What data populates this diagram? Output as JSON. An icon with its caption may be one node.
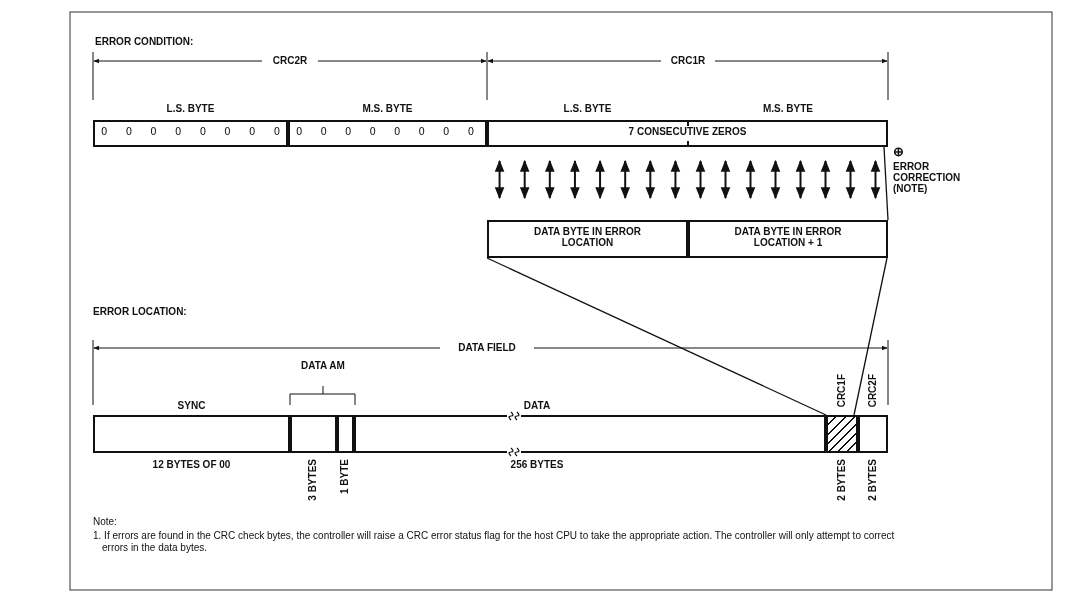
{
  "diagram": {
    "nodes": [
      {
        "text": [
          "L.S. BYTE",
          "0 0 0 0 0 0 0 0"
        ]
      },
      {
        "text": [
          "M.S. BYTE",
          "0 0 0 0 0 0 0 0"
        ]
      },
      {
        "text": [
          "L.S. BYTE",
          "M.S. BYTE",
          "7 CONSECUTIVE ZEROS"
        ]
      },
      {
        "text": [
          "DATA BYTE IN ERROR LOCATION"
        ]
      },
      {
        "text": [
          "DATA BYTE IN ERROR LOCATION + 1"
        ]
      },
      {
        "text": [
          "SYNC",
          "12 BYTES OF 00"
        ]
      },
      {
        "text": [],
        "shape": "box",
        "beside": [
          "3 BYTES"
        ]
      },
      {
        "text": [],
        "shape": "box",
        "beside": [
          "1 BYTE"
        ]
      },
      {
        "text": [
          "DATA",
          "256 BYTES"
        ]
      },
      {
        "text": [
          "CRC1F",
          "2 BYTES"
        ]
      },
      {
        "text": [
          "CRC2F",
          "2 BYTES"
        ]
      }
    ],
    "edges": [
      {
        "from": 2,
        "to": 3,
        "arrow": "both"
      },
      {
        "from": 2,
        "to": 3,
        "arrow": "both"
      },
      {
        "from": 2,
        "to": 3,
        "arrow": "both"
      },
      {
        "from": 2,
        "to": 3,
        "arrow": "both"
      },
      {
        "from": 2,
        "to": 3,
        "arrow": "both"
      },
      {
        "from": 2,
        "to": 3,
        "arrow": "both"
      },
      {
        "from": 2,
        "to": 3,
        "arrow": "both"
      },
      {
        "from": 2,
        "to": 3,
        "arrow": "both"
      },
      {
        "from": 2,
        "to": 4,
        "arrow": "both"
      },
      {
        "from": 2,
        "to": 4,
        "arrow": "both"
      },
      {
        "from": 2,
        "to": 4,
        "arrow": "both"
      },
      {
        "from": 2,
        "to": 4,
        "arrow": "both"
      },
      {
        "from": 2,
        "to": 4,
        "arrow": "both"
      },
      {
        "from": 2,
        "to": 4,
        "arrow": "both"
      },
      {
        "from": 2,
        "to": 4,
        "arrow": "both"
      },
      {
        "from": 2,
        "to": 4,
        "arrow": "both"
      },
      {
        "from": 2,
        "to": 4,
        "arrow": "none"
      },
      {
        "from": 3,
        "to": 9,
        "arrow": "none"
      },
      {
        "from": 4,
        "to": 9,
        "arrow": "none"
      }
    ],
    "labels": [
      "ERROR CONDITION:",
      "CRC2R",
      "CRC1R",
      "⊕",
      "ERROR CORRECTION (NOTE)",
      "ERROR LOCATION:",
      "DATA FIELD",
      "DATA AM",
      "Note:",
      "1. If errors are found in the CRC check bytes, the controller will raise a CRC error status flag for the host CPU to take the appropriate action. The controller will only attempt to correct errors in the data bytes."
    ]
  }
}
